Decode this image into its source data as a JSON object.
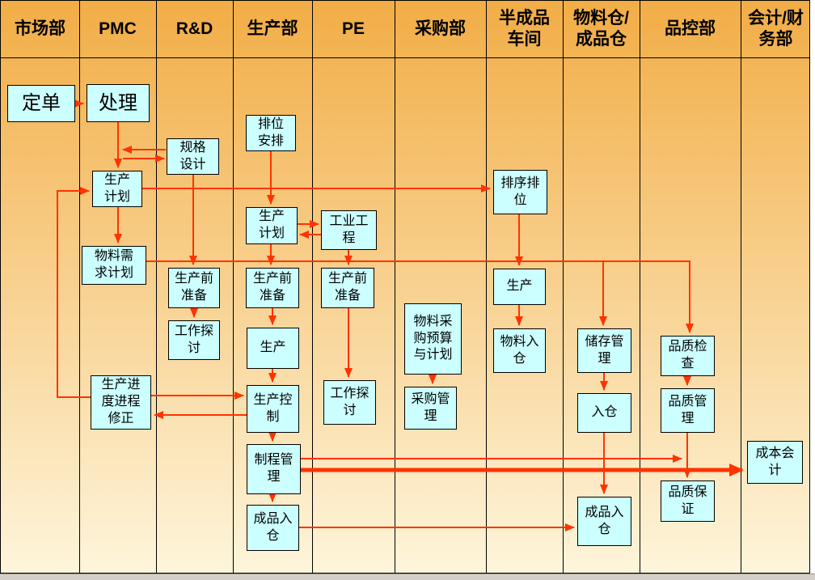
{
  "columns": [
    {
      "label": "市场部"
    },
    {
      "label": "PMC"
    },
    {
      "label": "R&D"
    },
    {
      "label": "生产部"
    },
    {
      "label": "PE"
    },
    {
      "label": "采购部"
    },
    {
      "label": "半成品\n车间"
    },
    {
      "label": "物料仓/\n成品仓"
    },
    {
      "label": "品控部"
    },
    {
      "label": "会计/财\n务部"
    }
  ],
  "nodes": {
    "order": "定单",
    "handle": "处理",
    "seat_arrange": "排位\n安排",
    "spec_design": "规格\n设计",
    "pmc_prod_plan": "生产\n计划",
    "sequence_seat": "排序排\n位",
    "prod_plan": "生产\n计划",
    "industrial_eng": "工业工\n程",
    "material_req_plan": "物料需\n求计划",
    "rd_preprod": "生产前\n准备",
    "prod_preprod": "生产前\n准备",
    "pe_preprod": "生产前\n准备",
    "semi_production": "生产",
    "purchase_budget_plan": "物料采\n购预算\n与计划",
    "rd_discussion": "工作探\n讨",
    "production": "生产",
    "material_in": "物料入\n仓",
    "storage_mgmt": "储存管\n理",
    "quality_check": "品质检\n查",
    "progress_fix": "生产进\n度进程\n修正",
    "prod_control": "生产控\n制",
    "pe_discussion": "工作探\n讨",
    "purchase_mgmt": "采购管\n理",
    "warehouse_in": "入仓",
    "quality_mgmt": "品质管\n理",
    "process_mgmt": "制程管\n理",
    "cost_accounting": "成本会\n计",
    "quality_assurance": "品质保\n证",
    "finished_in_wh": "成品入\n仓",
    "finished_in_prod": "成品入\n仓"
  },
  "edges": [
    {
      "from": "order",
      "to": "handle"
    },
    {
      "from": "handle",
      "to": "pmc_prod_plan"
    },
    {
      "from": "handle",
      "to": "spec_design",
      "style": "bidirectional"
    },
    {
      "from": "seat_arrange",
      "to": "prod_plan"
    },
    {
      "from": "spec_design",
      "to": "rd_preprod"
    },
    {
      "from": "pmc_prod_plan",
      "to": "sequence_seat"
    },
    {
      "from": "pmc_prod_plan",
      "to": "material_req_plan"
    },
    {
      "from": "progress_fix",
      "to": "pmc_prod_plan",
      "style": "feedback-loop"
    },
    {
      "from": "prod_plan",
      "to": "industrial_eng",
      "style": "bidirectional"
    },
    {
      "from": "prod_plan",
      "to": "prod_preprod"
    },
    {
      "from": "industrial_eng",
      "to": "pe_preprod"
    },
    {
      "from": "material_req_plan",
      "to": "storage_mgmt"
    },
    {
      "from": "material_req_plan",
      "to": "quality_check"
    },
    {
      "from": "sequence_seat",
      "to": "semi_production"
    },
    {
      "from": "rd_preprod",
      "to": "rd_discussion"
    },
    {
      "from": "prod_preprod",
      "to": "production"
    },
    {
      "from": "pe_preprod",
      "to": "pe_discussion"
    },
    {
      "from": "semi_production",
      "to": "material_in"
    },
    {
      "from": "purchase_budget_plan",
      "to": "purchase_mgmt"
    },
    {
      "from": "production",
      "to": "prod_control"
    },
    {
      "from": "storage_mgmt",
      "to": "warehouse_in"
    },
    {
      "from": "quality_check",
      "to": "quality_mgmt"
    },
    {
      "from": "progress_fix",
      "to": "prod_control",
      "style": "bidirectional"
    },
    {
      "from": "prod_control",
      "to": "process_mgmt"
    },
    {
      "from": "quality_mgmt",
      "to": "quality_assurance"
    },
    {
      "from": "process_mgmt",
      "to": "quality_assurance"
    },
    {
      "from": "process_mgmt",
      "to": "cost_accounting",
      "style": "thick"
    },
    {
      "from": "process_mgmt",
      "to": "finished_in_prod"
    },
    {
      "from": "warehouse_in",
      "to": "finished_in_wh"
    },
    {
      "from": "finished_in_prod",
      "to": "finished_in_wh"
    }
  ],
  "colors": {
    "background_top": "#F2AD46",
    "background_bottom": "#FEF5DB",
    "node_fill": "#CCFFFF",
    "node_border": "#000000",
    "arrow": "#FF3300",
    "grid_line": "#000000",
    "window_edge": "#D4D0C8"
  }
}
